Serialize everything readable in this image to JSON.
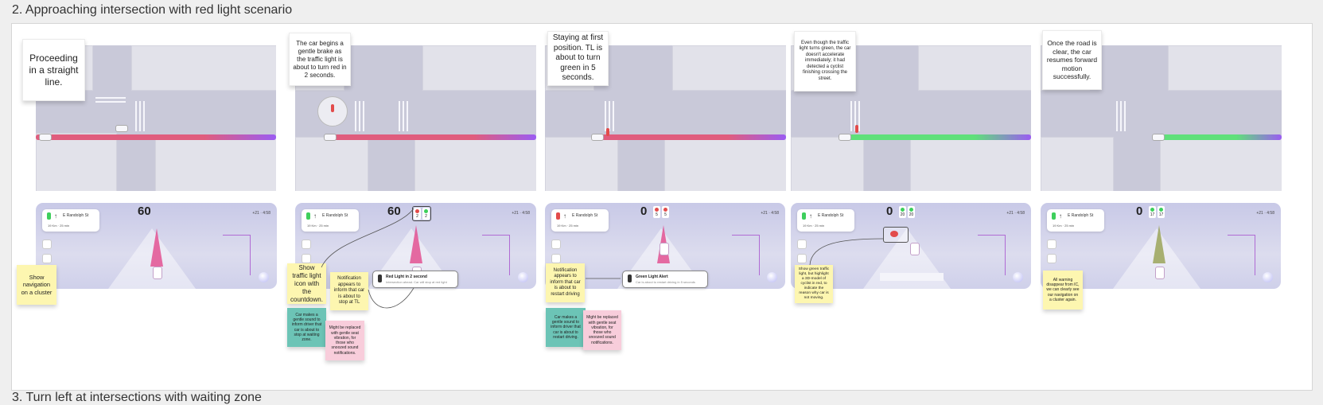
{
  "section_title": "2. Approaching intersection with red light scenario",
  "next_section_title": "3. Turn left at intersections with waiting zone",
  "steps": [
    {
      "caption": "Proceeding in a straight line.",
      "route_colors": [
        "#e05c7d",
        "#9b5cf2"
      ],
      "cluster": {
        "street": "E Randolph St",
        "distance": "19 Km",
        "eta": "25 min",
        "speed": "60",
        "temp": "+21",
        "time": "4:58"
      }
    },
    {
      "caption": "The car begins a gentle brake as the traffic light is about to turn red in 2 seconds.",
      "route_colors": [
        "#e05c7d",
        "#9b5cf2"
      ],
      "cluster": {
        "street": "E Randolph St",
        "distance": "19 Km",
        "eta": "25 min",
        "speed": "60",
        "temp": "+21",
        "time": "4:58",
        "light_numbers": [
          "2",
          "2"
        ]
      },
      "notification": {
        "title": "Red Light in 2 second",
        "body": "Intersection ahead. Car will stop at red light"
      }
    },
    {
      "caption": "Staying at first position. TL is about to turn green in 5 seconds.",
      "route_colors": [
        "#e05c7d",
        "#9b5cf2"
      ],
      "cluster": {
        "street": "E Randolph St",
        "distance": "19 Km",
        "eta": "25 min",
        "speed": "0",
        "temp": "+21",
        "time": "4:58",
        "light_numbers": [
          "5",
          "5"
        ]
      },
      "notification": {
        "title": "Green Light Alert",
        "body": "Car is about to restart driving in 5 seconds"
      }
    },
    {
      "caption": "Even though the traffic light turns green, the car doesn't accelerate immediately; it had detected a cyclist finishing crossing the street.",
      "route_colors": [
        "#5fe07a",
        "#9b5cf2"
      ],
      "cluster": {
        "street": "E Randolph St",
        "distance": "19 Km",
        "eta": "25 min",
        "speed": "0",
        "temp": "+21",
        "time": "4:58",
        "light_numbers": [
          "20",
          "20"
        ]
      }
    },
    {
      "caption": "Once the road is clear, the car resumes forward motion successfully.",
      "route_colors": [
        "#5fe07a",
        "#9b5cf2"
      ],
      "cluster": {
        "street": "E Randolph St",
        "distance": "19 Km",
        "eta": "25 min",
        "speed": "0",
        "temp": "+21",
        "time": "4:58",
        "light_numbers": [
          "17",
          "17"
        ]
      }
    }
  ],
  "notes": {
    "show_navigation": "Show navigation on a cluster",
    "show_tl_icon": "Show traffic light icon with the countdown.",
    "notification_stop": "Notification appears to inform that car is about to stop at TL",
    "sound_stop": "Car makes a gentle sound to inform driver that car is about to stop at waiting zone.",
    "vibration_stop": "Might be replaced with gentle seat vibration, for those who snoozed sound notifications.",
    "notification_restart": "Notification appears to inform that car is about to restart driving",
    "sound_restart": "Car makes a gentle sound to inform driver that car is about to restart driving.",
    "vibration_restart": "Might be replaced with gentle seat vibration, for those who snoozed sound notifications.",
    "highlight_cyclist": "Show green traffic light, but highlight a 3D-model of cyclist in red, to indicate the reason why car is not moving.",
    "warnings_disappear": "All warning disappear from IC, we can clearly see our navigation on a cluster again."
  },
  "colors": {
    "red_light": "#e24b4b",
    "green_light": "#3ecf5c",
    "accent": "#e2488c"
  }
}
